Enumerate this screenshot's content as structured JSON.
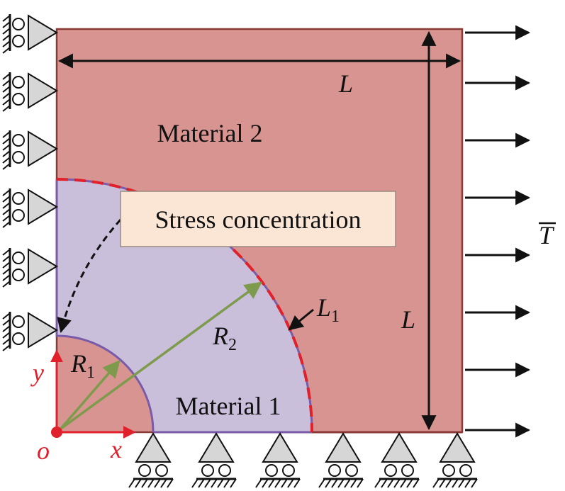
{
  "regions": {
    "material_2": "Material 2",
    "material_1": "Material 1"
  },
  "callout": {
    "text": "Stress concentration"
  },
  "dimensions": {
    "width_label": "L",
    "height_label": "L",
    "interface_label": "L",
    "interface_label_sub": "1",
    "outer_radius_label": "R",
    "outer_radius_sub": "2",
    "inner_radius_label": "R",
    "inner_radius_sub": "1"
  },
  "load": {
    "traction_label": "T"
  },
  "axes": {
    "x_label": "x",
    "y_label": "y",
    "origin_label": "o"
  },
  "colors": {
    "material_2_fill": "#d89490",
    "material_1_fill": "#c9bfdb",
    "boundary": "#8a3a36",
    "hole_edge": "#7a5ba8",
    "interface_dash": "#e0202a",
    "radius_arrow": "#7e9a4c",
    "axis": "#e0202a",
    "callout_fill": "#fbe6d6",
    "support_fill": "#d6d6d6"
  },
  "icons": {
    "left_supports": "roller-support-icon",
    "bottom_supports": "roller-support-icon"
  }
}
